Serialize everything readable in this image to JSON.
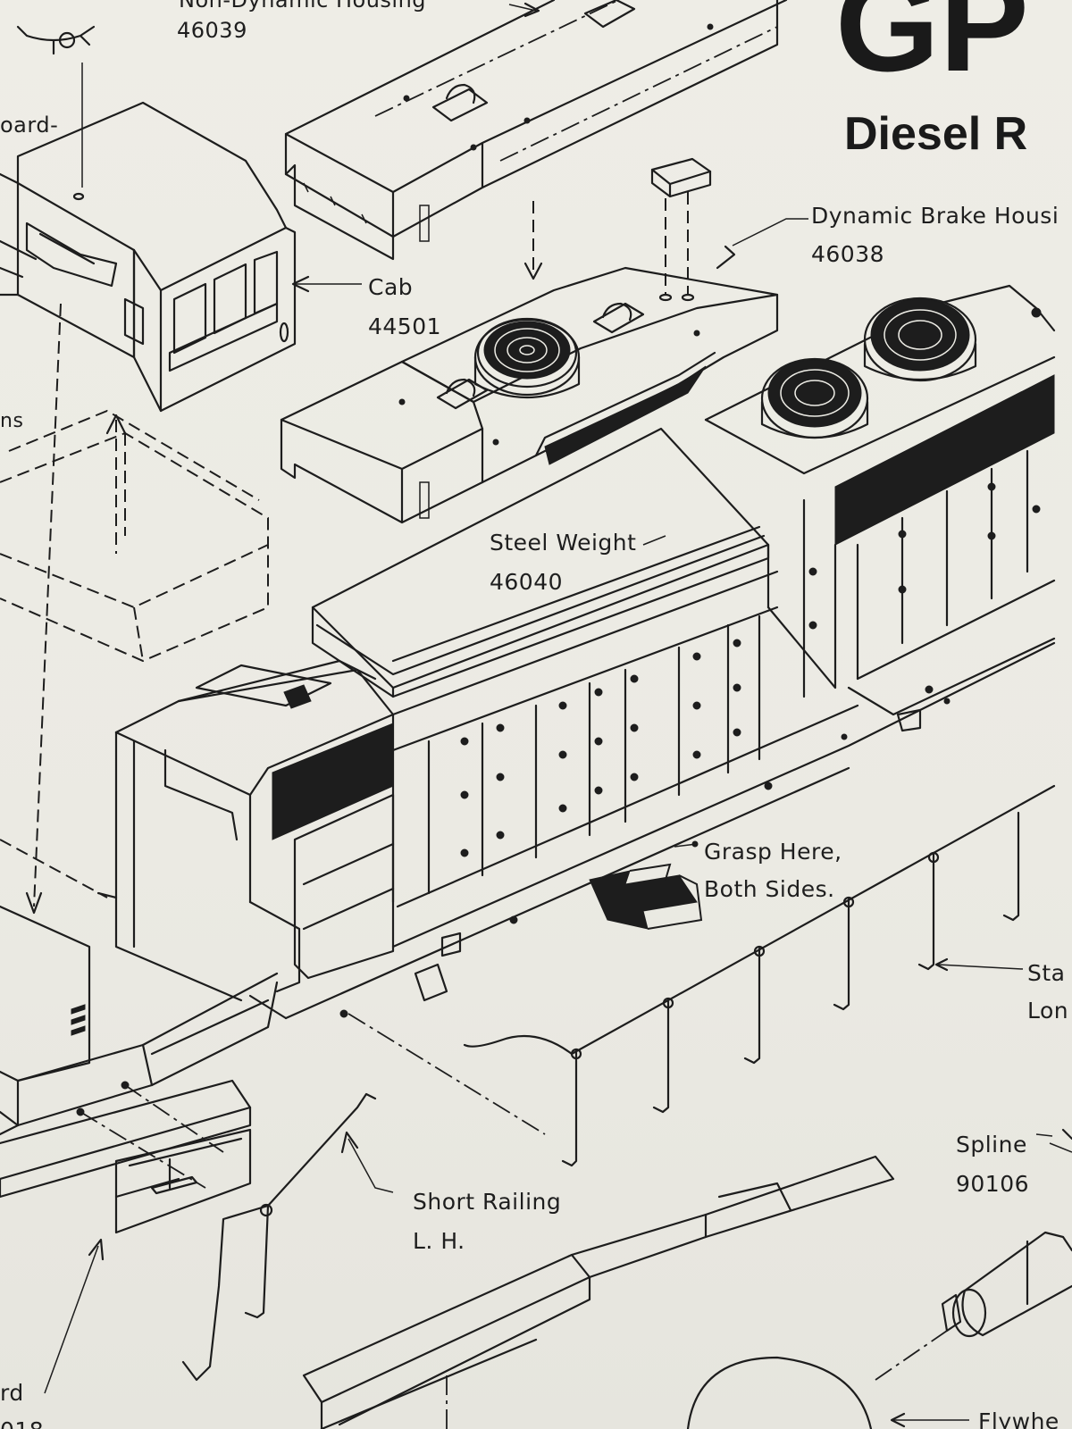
{
  "header": {
    "title_fragment": "GP",
    "subtitle_fragment": "Diesel R"
  },
  "labels": {
    "horn_part_number": "46039",
    "top_housing_fragment": "Non-Dynamic Housing",
    "board_fragment": "oard-",
    "left_edge_fragment": "ns",
    "dynamic_brake_housing": "Dynamic Brake Housi",
    "dynamic_brake_part_number": "46038",
    "cab": "Cab",
    "cab_part_number": "44501",
    "steel_weight": "Steel Weight",
    "steel_weight_part_number": "46040",
    "grasp_line1": "Grasp Here,",
    "grasp_line2": "Both Sides.",
    "stanchion_fragment_1": "Sta",
    "stanchion_fragment_2": "Lon",
    "spline": "Spline",
    "spline_part_number": "90106",
    "short_railing": "Short Railing",
    "short_railing_side": "L. H.",
    "bottom_left_fragment_1": "rd",
    "bottom_left_fragment_2": "018",
    "flywheel_fragment": "Flywhe"
  },
  "colors": {
    "paper": "#ecebe4",
    "ink": "#1d1d1d"
  }
}
